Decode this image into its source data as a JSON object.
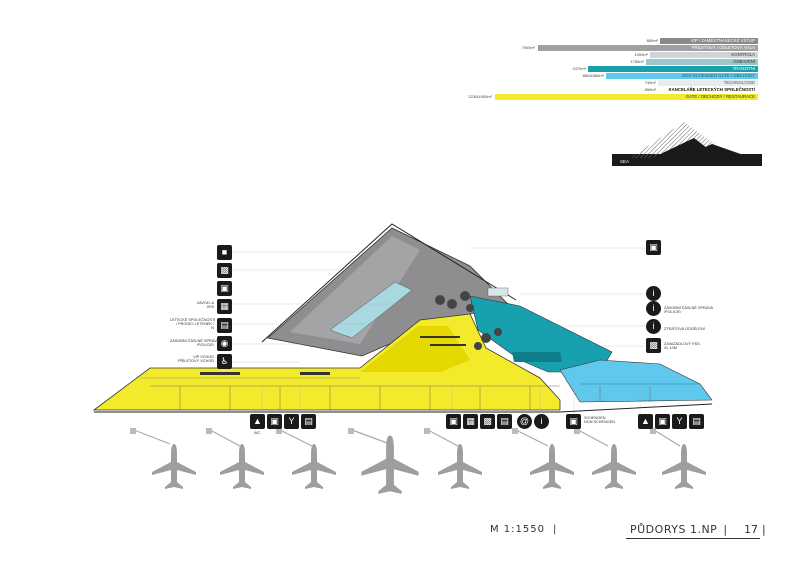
{
  "legend": {
    "rows": [
      {
        "value": "850m²",
        "label": "VIP / ZAMĚSTNANECKÉ VSTUP",
        "color": "#8a8a8a",
        "label_color": "#ffffff"
      },
      {
        "value": "7900m²",
        "label": "PŘÍLETOVÁ / ODLETOVÁ HALA",
        "color": "#a0a0a0",
        "label_color": "#ffffff"
      },
      {
        "value": "1000m²",
        "label": "KONTROLA",
        "color": "#cfd4d6",
        "label_color": "#333333"
      },
      {
        "value": "1780m²",
        "label": "ODBAVENÍ",
        "color": "#9ec6cc",
        "label_color": "#333333"
      },
      {
        "value": "2470m²",
        "label": "TRANZITNÍ",
        "color": "#18a0ad",
        "label_color": "#ffffff"
      },
      {
        "value": "8600/460m²",
        "label": "NON SCHENGEN GATE / OBCHODY",
        "color": "#5fc8ec",
        "label_color": "#1f5d70"
      },
      {
        "value": "740m²",
        "label": "TECHNOLOGIE",
        "color": "#e9eced",
        "label_color": "#555555"
      },
      {
        "value": "850m²",
        "label": "KANCELÁŘE LETECKÝCH SPOLEČNOSTÍ",
        "color": "#ffffff",
        "label_color": "#111111"
      },
      {
        "value": "22300/400m²",
        "label": "GATE / OBCHODY / RESTAURACE",
        "color": "#f2ea2b",
        "label_color": "#333333"
      }
    ]
  },
  "inset": {
    "label": "SEA"
  },
  "left_labels": [
    {
      "text": "ZAVOD. A\nIVIS"
    },
    {
      "text": "LETECKÉ SPOLEČNOSTI\n/ PRODEJ LETENEK /\nN"
    },
    {
      "text": "ZÁSOBNÍ ČÁSLNÉ SPRÁVA\n/POLICIE/"
    },
    {
      "text": "VIP VCHOD\nPŘÍLETOVÝ VCHOD"
    }
  ],
  "right_labels": [
    {
      "text": "ZÁSOBNÍ ČÁSLNÉ SPRÁVA\n/POLICIE/"
    },
    {
      "text": "ZTRÁTOVÁ ODDĚLENÍ"
    },
    {
      "text": "ZAVAZADLOVÝ PÁS\nXL 10M"
    }
  ],
  "gate_labels": [
    {
      "text": "WC"
    },
    {
      "text": "SCHENGEN\nNON SCHENGEN"
    }
  ],
  "left_icons": [
    "car-icon",
    "bus-icon",
    "taxi-icon",
    "train-icon",
    "ticket-icon",
    "police-icon",
    "wheelchair-icon"
  ],
  "right_icons": [
    "luggage-icon",
    "info-icon",
    "info-icon",
    "info-icon",
    "baggage-belt-icon"
  ],
  "gate_icon_groups": [
    [
      "wc-icon",
      "shop-icon",
      "bar-icon",
      "restaurant-icon"
    ],
    [
      "luggage-icon",
      "shop-icon",
      "tv-icon",
      "shop-icon",
      "internet-icon",
      "info-icon"
    ],
    [
      "luggage-icon"
    ],
    [
      "wc-icon",
      "shop-icon",
      "bar-icon",
      "restaurant-icon"
    ]
  ],
  "footer": {
    "scale": "M 1:1550",
    "title": "PŮDORYS 1.NP",
    "page": "17"
  }
}
